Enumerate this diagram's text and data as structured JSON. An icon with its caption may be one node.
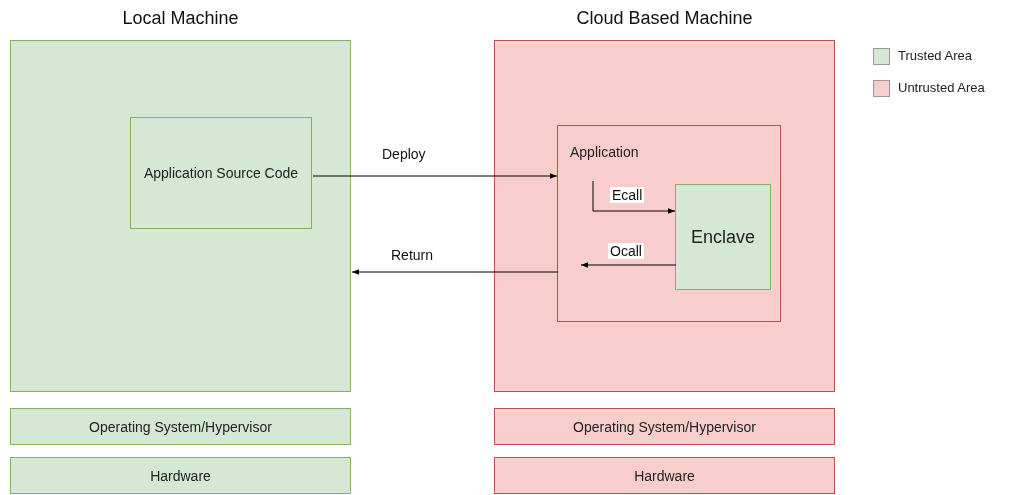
{
  "diagram": {
    "nodes": [
      {
        "text": [
          "Local Machine"
        ]
      },
      {
        "text": [
          "Application Source Code"
        ],
        "in": 0
      },
      {
        "text": [
          "Operating System/Hypervisor"
        ]
      },
      {
        "text": [
          "Hardware"
        ]
      },
      {
        "text": [
          "Cloud Based Machine"
        ]
      },
      {
        "text": [
          "Application"
        ],
        "in": 4
      },
      {
        "text": [
          "Enclave"
        ],
        "in": 5
      },
      {
        "text": [
          "Operating System/Hypervisor"
        ]
      },
      {
        "text": [
          "Hardware"
        ]
      }
    ],
    "edges": [
      {
        "from": 1,
        "to": 5,
        "arrow": "to",
        "label": "Deploy"
      },
      {
        "from": 5,
        "to": 6,
        "arrow": "to",
        "label": "Ecall"
      },
      {
        "from": 6,
        "to": 5,
        "arrow": "to",
        "label": "Ocall"
      },
      {
        "from": 5,
        "to": 0,
        "arrow": "to",
        "label": "Return"
      }
    ],
    "legend": [
      {
        "text": "Trusted Area",
        "color": "#d5e8d4"
      },
      {
        "text": "Untrusted Area",
        "color": "#f8cecc"
      }
    ]
  }
}
